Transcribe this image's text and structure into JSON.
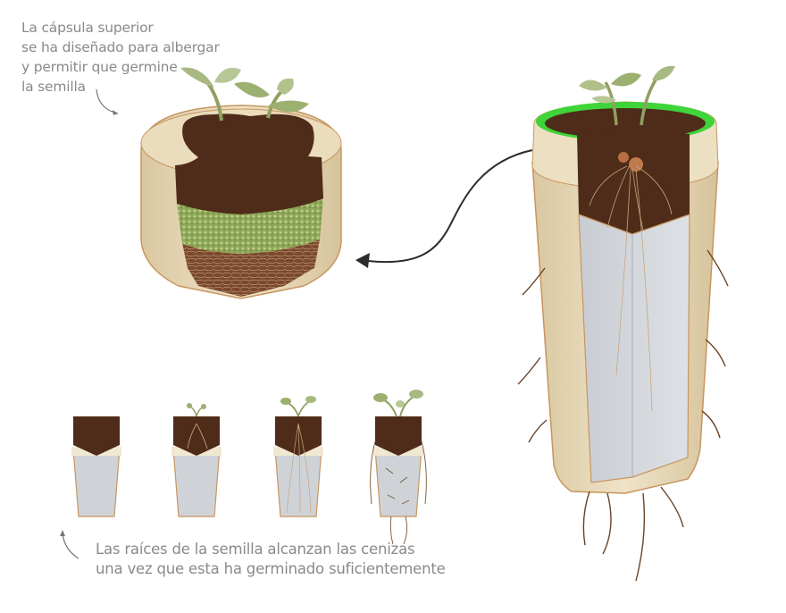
{
  "captions": {
    "top_capsule": {
      "lines": [
        "La cápsula superior",
        "se ha diseñado para albergar",
        "y permitir que germine",
        "la semilla"
      ]
    },
    "bottom_roots": {
      "lines": [
        "Las raíces de la semilla alcanzan las cenizas",
        "una vez que esta ha germinado suficientemente"
      ]
    }
  },
  "illustrations": {
    "top_capsule_cutaway": {
      "layers": [
        "seedling",
        "soil",
        "green-granules",
        "fibrous-roots-base"
      ]
    },
    "large_urn_cutaway": {
      "parts": [
        "seedling",
        "green-rim-capsule",
        "soil-with-seed",
        "ash-chamber",
        "outer-biodegradable-shell",
        "roots"
      ]
    },
    "growth_stages": [
      {
        "stage": 1,
        "description": "soil capsule, no sprout"
      },
      {
        "stage": 2,
        "description": "small sprout, roots in soil"
      },
      {
        "stage": 3,
        "description": "sprout, roots reaching ashes"
      },
      {
        "stage": 4,
        "description": "grown plant, roots through urn"
      }
    ]
  },
  "colors": {
    "text": "#8a8a8a",
    "soil": "#4e2c19",
    "shell": "#e3d3b0",
    "shell_edge": "#c8955f",
    "ash": "#cfd3d8",
    "green_rim": "#3fd43a",
    "leaf": "#9cb070",
    "arrow": "#2b2b2b"
  }
}
